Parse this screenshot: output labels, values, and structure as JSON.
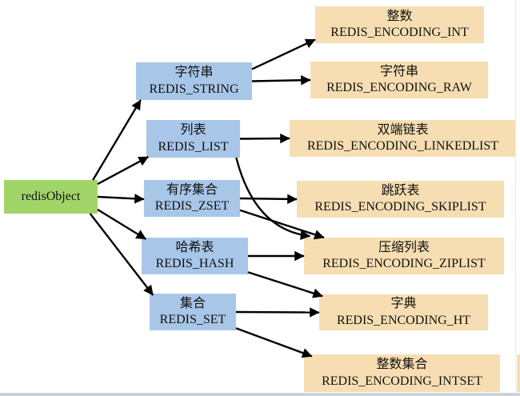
{
  "colors": {
    "root_fill": "#a2d569",
    "type_fill": "#a8c6e8",
    "encoding_fill": "#f6deb2",
    "arrow": "#000000",
    "text": "#111111"
  },
  "nodes": {
    "root": {
      "label": "redisObject"
    },
    "string": {
      "cn": "字符串",
      "en": "REDIS_STRING"
    },
    "list": {
      "cn": "列表",
      "en": "REDIS_LIST"
    },
    "zset": {
      "cn": "有序集合",
      "en": "REDIS_ZSET"
    },
    "hash": {
      "cn": "哈希表",
      "en": "REDIS_HASH"
    },
    "set": {
      "cn": "集合",
      "en": "REDIS_SET"
    },
    "int": {
      "cn": "整数",
      "en": "REDIS_ENCODING_INT"
    },
    "raw": {
      "cn": "字符串",
      "en": "REDIS_ENCODING_RAW"
    },
    "linkedlist": {
      "cn": "双端链表",
      "en": "REDIS_ENCODING_LINKEDLIST"
    },
    "skiplist": {
      "cn": "跳跃表",
      "en": "REDIS_ENCODING_SKIPLIST"
    },
    "ziplist": {
      "cn": "压缩列表",
      "en": "REDIS_ENCODING_ZIPLIST"
    },
    "ht": {
      "cn": "字典",
      "en": "REDIS_ENCODING_HT"
    },
    "intset": {
      "cn": "整数集合",
      "en": "REDIS_ENCODING_INTSET"
    }
  },
  "edges": [
    {
      "from": "root",
      "to": "string"
    },
    {
      "from": "root",
      "to": "list"
    },
    {
      "from": "root",
      "to": "zset"
    },
    {
      "from": "root",
      "to": "hash"
    },
    {
      "from": "root",
      "to": "set"
    },
    {
      "from": "string",
      "to": "int"
    },
    {
      "from": "string",
      "to": "raw"
    },
    {
      "from": "list",
      "to": "linkedlist"
    },
    {
      "from": "list",
      "to": "ziplist",
      "curved": true
    },
    {
      "from": "zset",
      "to": "skiplist"
    },
    {
      "from": "zset",
      "to": "ziplist"
    },
    {
      "from": "hash",
      "to": "ziplist"
    },
    {
      "from": "hash",
      "to": "ht"
    },
    {
      "from": "set",
      "to": "ht"
    },
    {
      "from": "set",
      "to": "intset"
    }
  ]
}
